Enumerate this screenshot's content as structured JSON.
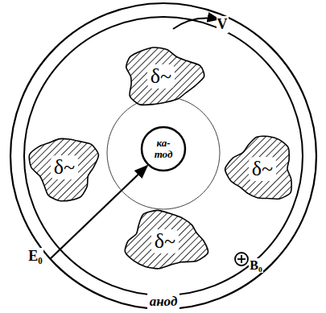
{
  "diagram": {
    "nodes": [
      {
        "text": [
          "анод"
        ]
      },
      {
        "text": [
          "ка- тод"
        ],
        "in": 0
      },
      {
        "text": [
          "δ~"
        ],
        "in": 0
      },
      {
        "text": [
          "δ~"
        ],
        "in": 0
      },
      {
        "text": [
          "δ~"
        ],
        "in": 0
      },
      {
        "text": [
          "δ~"
        ],
        "in": 0
      }
    ],
    "labels": [
      "V",
      "E₀",
      "B₀"
    ]
  }
}
